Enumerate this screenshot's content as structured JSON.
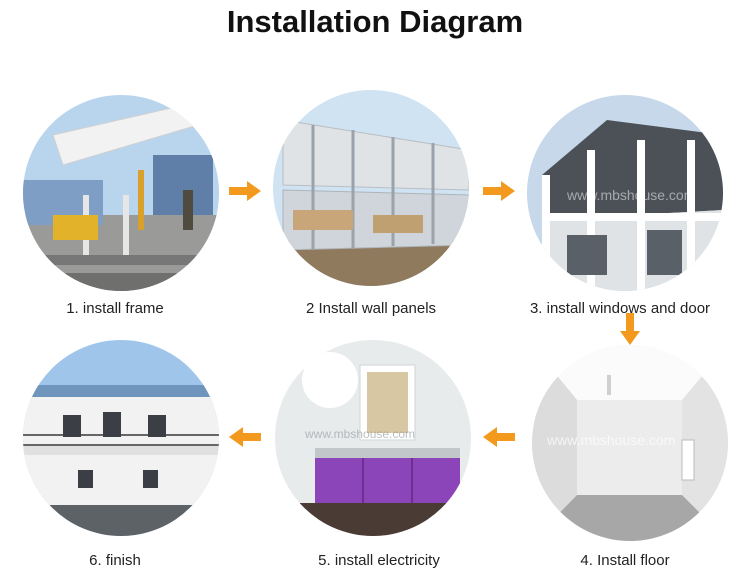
{
  "title": "Installation Diagram",
  "steps": [
    {
      "caption": "1. install frame"
    },
    {
      "caption": "2 Install wall panels"
    },
    {
      "caption": "3. install windows and door"
    },
    {
      "caption": "4. Install floor"
    },
    {
      "caption": "5. install electricity"
    },
    {
      "caption": "6. finish"
    }
  ],
  "watermark": "www.mbshouse.com",
  "colors": {
    "arrow": "#F39A1E",
    "sky": "#9fc6ea",
    "panel": "#e9ecef",
    "cabinet": "#8b45b8"
  }
}
